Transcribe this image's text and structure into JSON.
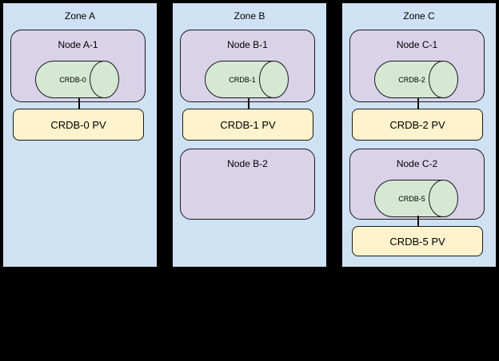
{
  "colors": {
    "zone_fill": "#CFE2F3",
    "zone_border": "#000000",
    "node_fill": "#D9D2E9",
    "db_fill": "#D5E8D4",
    "pv_fill": "#FFF2CC",
    "shape_border": "#1A1A1A"
  },
  "zones": [
    {
      "label": "Zone A",
      "nodes": [
        {
          "label": "Node A-1",
          "db": "CRDB-0",
          "pv": "CRDB-0 PV"
        }
      ]
    },
    {
      "label": "Zone B",
      "nodes": [
        {
          "label": "Node B-1",
          "db": "CRDB-1",
          "pv": "CRDB-1 PV"
        },
        {
          "label": "Node B-2"
        }
      ]
    },
    {
      "label": "Zone C",
      "nodes": [
        {
          "label": "Node C-1",
          "db": "CRDB-2",
          "pv": "CRDB-2 PV"
        },
        {
          "label": "Node C-2",
          "db": "CRDB-5",
          "pv": "CRDB-5 PV"
        }
      ]
    }
  ]
}
